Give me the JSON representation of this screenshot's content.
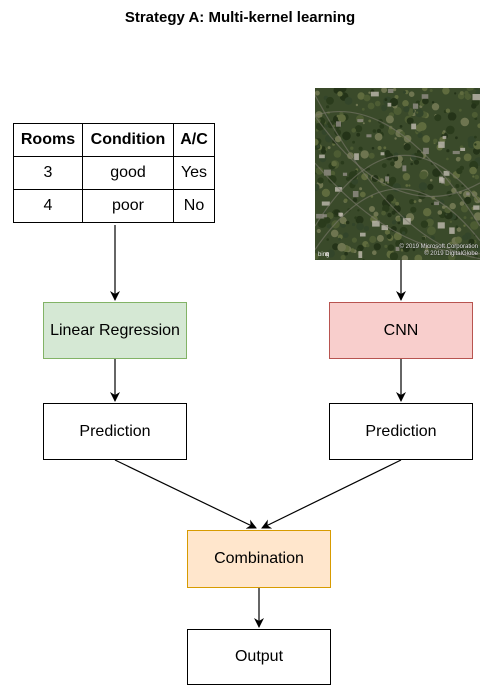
{
  "title": "Strategy A: Multi-kernel learning",
  "table": {
    "headers": [
      "Rooms",
      "Condition",
      "A/C"
    ],
    "rows": [
      [
        "3",
        "good",
        "Yes"
      ],
      [
        "4",
        "poor",
        "No"
      ]
    ]
  },
  "image": {
    "kind": "satellite aerial image of residential neighborhood",
    "credit_line1": "© 2019 Microsoft Corporation",
    "credit_line2": "© 2019 DigitalGlobe",
    "brand": "bing"
  },
  "nodes": {
    "linear_regression": "Linear Regression",
    "cnn": "CNN",
    "prediction_left": "Prediction",
    "prediction_right": "Prediction",
    "combination": "Combination",
    "output": "Output"
  },
  "colors": {
    "linear_regression_fill": "#d5e8d4",
    "linear_regression_stroke": "#82b366",
    "cnn_fill": "#f8cecc",
    "cnn_stroke": "#b85450",
    "combination_fill": "#ffe6cc",
    "combination_stroke": "#d79b00"
  }
}
